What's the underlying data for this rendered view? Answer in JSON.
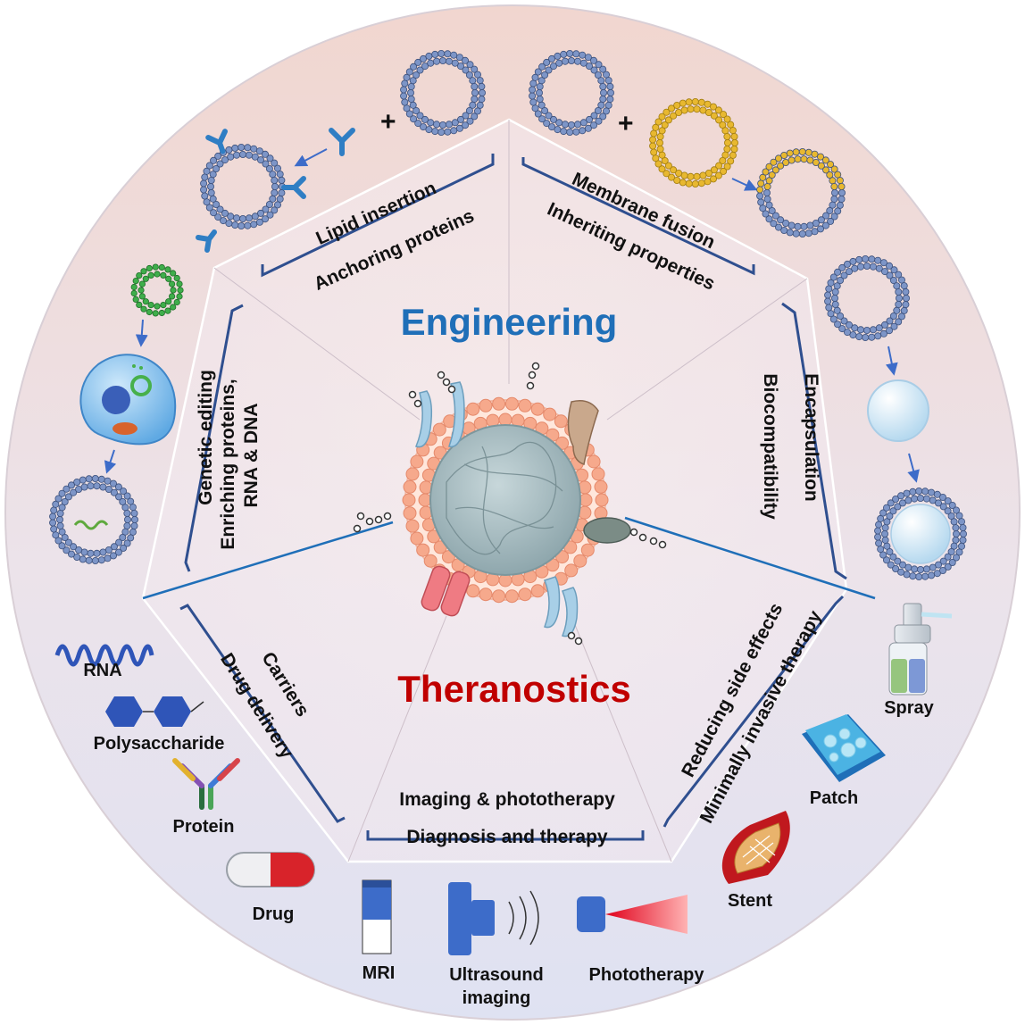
{
  "titles": {
    "engineering": "Engineering",
    "theranostics": "Theranostics"
  },
  "engineering_edges": {
    "top_left": [
      "Lipid insertion",
      "Anchoring proteins"
    ],
    "top_right": [
      "Membrane fusion",
      "Inheriting properties"
    ],
    "right": [
      "Encapsulation",
      "Biocompatibility"
    ],
    "left": [
      "Genetic editing",
      "Enriching proteins,",
      "RNA & DNA"
    ]
  },
  "theranostics_edges": {
    "left": [
      "Carriers",
      "Drug delivery"
    ],
    "bottom": [
      "Imaging & phototherapy",
      "Diagnosis and therapy"
    ],
    "right": [
      "Reducing side effects",
      "Minimally invasive therapy"
    ]
  },
  "cargo_labels": [
    "RNA",
    "Polysaccharide",
    "Protein",
    "Drug"
  ],
  "imaging_labels": [
    "MRI",
    "Ultrasound",
    "imaging",
    "Phototherapy"
  ],
  "device_labels": [
    "Spray",
    "Patch",
    "Stent"
  ],
  "colors": {
    "engineering_title": "#1f6fb8",
    "theranostics_title": "#c00000",
    "divider": "#1f6fb8",
    "bracket": "#2f4f8f",
    "vesicle_bead": "#7d95c7",
    "vesicle_outline": "#3b4f7a",
    "gold_bead": "#e8b830",
    "lipid_head": "#f6a98c",
    "core": "#a9bfc4",
    "icon_blue": "#3d6cc9",
    "capsule_red": "#d8232a"
  },
  "icons": [
    "antibody-icon",
    "vesicle-icon",
    "cell-icon",
    "rna-strand-icon",
    "hexagon-sugar-icon",
    "antibody-protein-icon",
    "capsule-icon",
    "mri-icon",
    "ultrasound-probe-icon",
    "laser-icon",
    "spray-bottle-icon",
    "patch-icon",
    "stent-icon",
    "exosome-icon"
  ]
}
